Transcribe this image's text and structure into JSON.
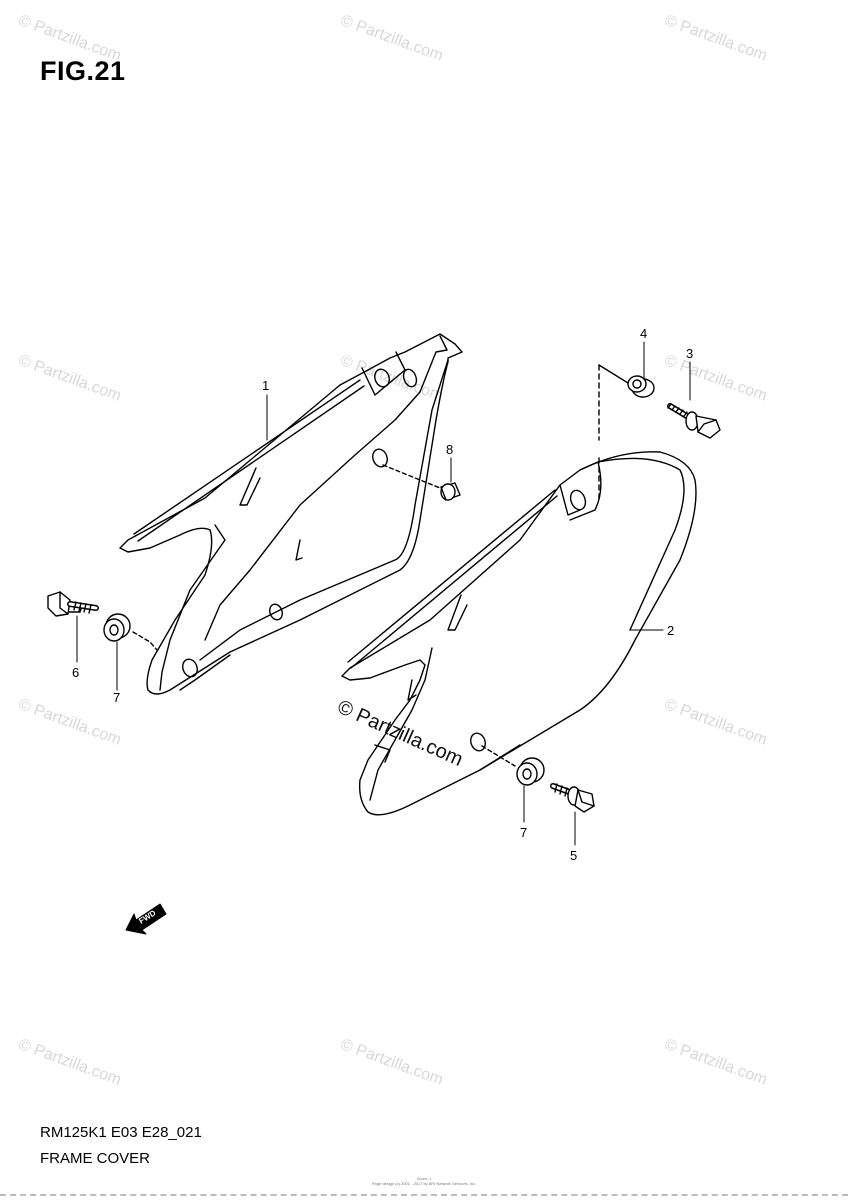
{
  "figure": {
    "title": "FIG.21",
    "diagram_code": "RM125K1 E03 E28_021",
    "caption": "FRAME COVER"
  },
  "watermark": {
    "text": "© Partzilla.com",
    "center_text": "© Partzilla.com"
  },
  "callouts": [
    "1",
    "2",
    "3",
    "4",
    "5",
    "6",
    "7",
    "7",
    "8"
  ],
  "forward_arrow": {
    "label": "FWD",
    "icon": "forward-arrow-icon"
  },
  "footer": {
    "line1": "Zoom: 1",
    "line2": "Page design (c) 2001 - 2017 by ARI Network Services, Inc."
  }
}
